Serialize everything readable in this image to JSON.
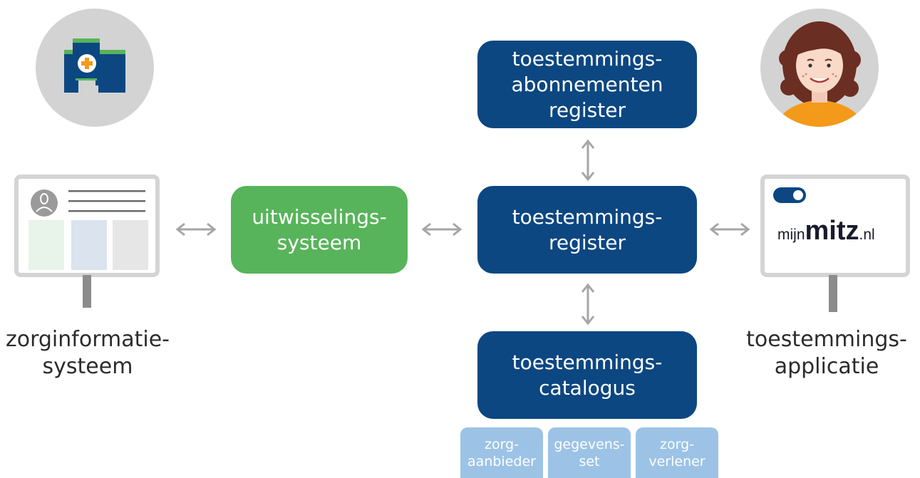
{
  "boxes": {
    "subscriptions": {
      "lines": [
        "toestemmings-",
        "abonnementen",
        "register"
      ]
    },
    "exchange": {
      "lines": [
        "uitwisselings-",
        "systeem"
      ]
    },
    "consent_register": {
      "lines": [
        "toestemmings-",
        "register"
      ]
    },
    "catalogue": {
      "lines": [
        "toestemmings-",
        "catalogus"
      ]
    }
  },
  "catalogue_tags": [
    {
      "lines": [
        "zorg-",
        "aanbieder"
      ]
    },
    {
      "lines": [
        "gegevens-",
        "set"
      ]
    },
    {
      "lines": [
        "zorg-",
        "verlener"
      ]
    }
  ],
  "captions": {
    "left": {
      "lines": [
        "zorginformatie-",
        "systeem"
      ]
    },
    "right": {
      "lines": [
        "toestemmings-",
        "applicatie"
      ]
    }
  },
  "app_logo": {
    "prefix": "mijn",
    "brand": "mitz",
    "suffix": ".nl"
  },
  "colors": {
    "navy": "#0c4781",
    "green": "#57b45a",
    "light_blue": "#9cc3e6",
    "arrow": "#a6a6a6",
    "orange": "#f49a1a"
  }
}
